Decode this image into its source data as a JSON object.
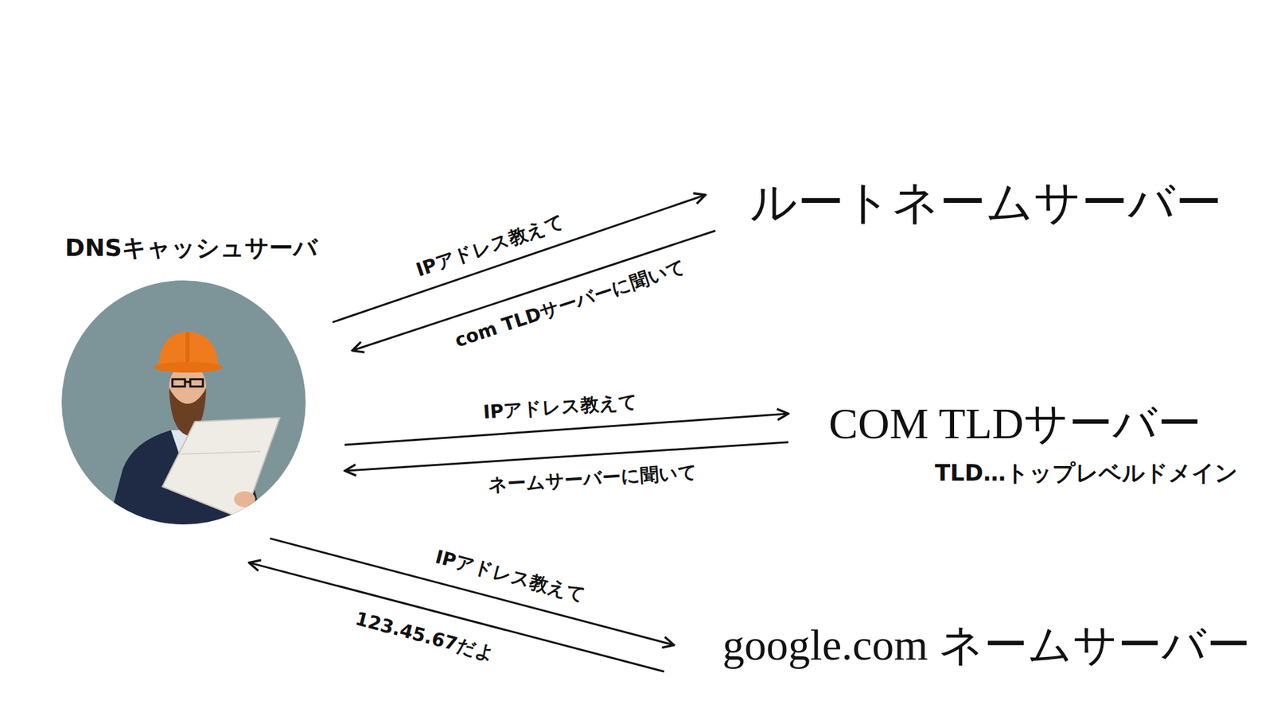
{
  "diagram": {
    "nodes": [
      {
        "text": [
          "DNSキャッシュサーバ"
        ]
      },
      {
        "text": [
          "ルートネームサーバー"
        ]
      },
      {
        "text": [
          "COM TLDサーバー",
          "TLD…トップレベルドメイン"
        ]
      },
      {
        "text": [
          "google.com ネームサーバー"
        ]
      }
    ],
    "edges": [
      {
        "from": 0,
        "to": 1,
        "label": "IPアドレス教えて",
        "arrow": "to"
      },
      {
        "from": 1,
        "to": 0,
        "label": "com TLDサーバーに聞いて",
        "arrow": "to"
      },
      {
        "from": 0,
        "to": 2,
        "label": "IPアドレス教えて",
        "arrow": "to"
      },
      {
        "from": 2,
        "to": 0,
        "label": "ネームサーバーに聞いて",
        "arrow": "to"
      },
      {
        "from": 0,
        "to": 3,
        "label": "IPアドレス教えて",
        "arrow": "to"
      },
      {
        "from": 3,
        "to": 0,
        "label": "123.45.67だよ",
        "arrow": "to"
      }
    ]
  }
}
